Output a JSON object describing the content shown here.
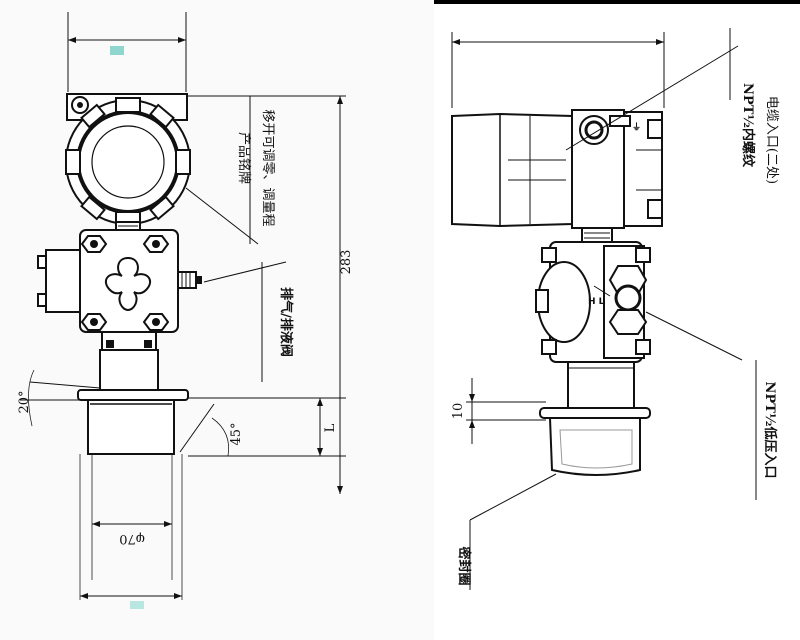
{
  "left_view": {
    "dim_283": "283",
    "dim_L": "L",
    "dim_20": "20°",
    "dim_45": "45°",
    "dim_phi70": "φ70",
    "label_nameplate": "产品铭牌",
    "label_zero_span": "移开可调零、调量程",
    "label_vent": "排气/排液阀"
  },
  "right_view": {
    "dim_10": "10",
    "label_cable_thread": "NPT½内螺纹",
    "label_cable_entry": "电缆入口(二处)",
    "label_low_pressure": "NPT½低压入口",
    "label_gasket": "密封圈",
    "hl_text": "H L"
  },
  "colors": {
    "background": "#000000",
    "paper": "#ffffff",
    "line": "#111111",
    "sheet_left": "#f9f9f9"
  }
}
